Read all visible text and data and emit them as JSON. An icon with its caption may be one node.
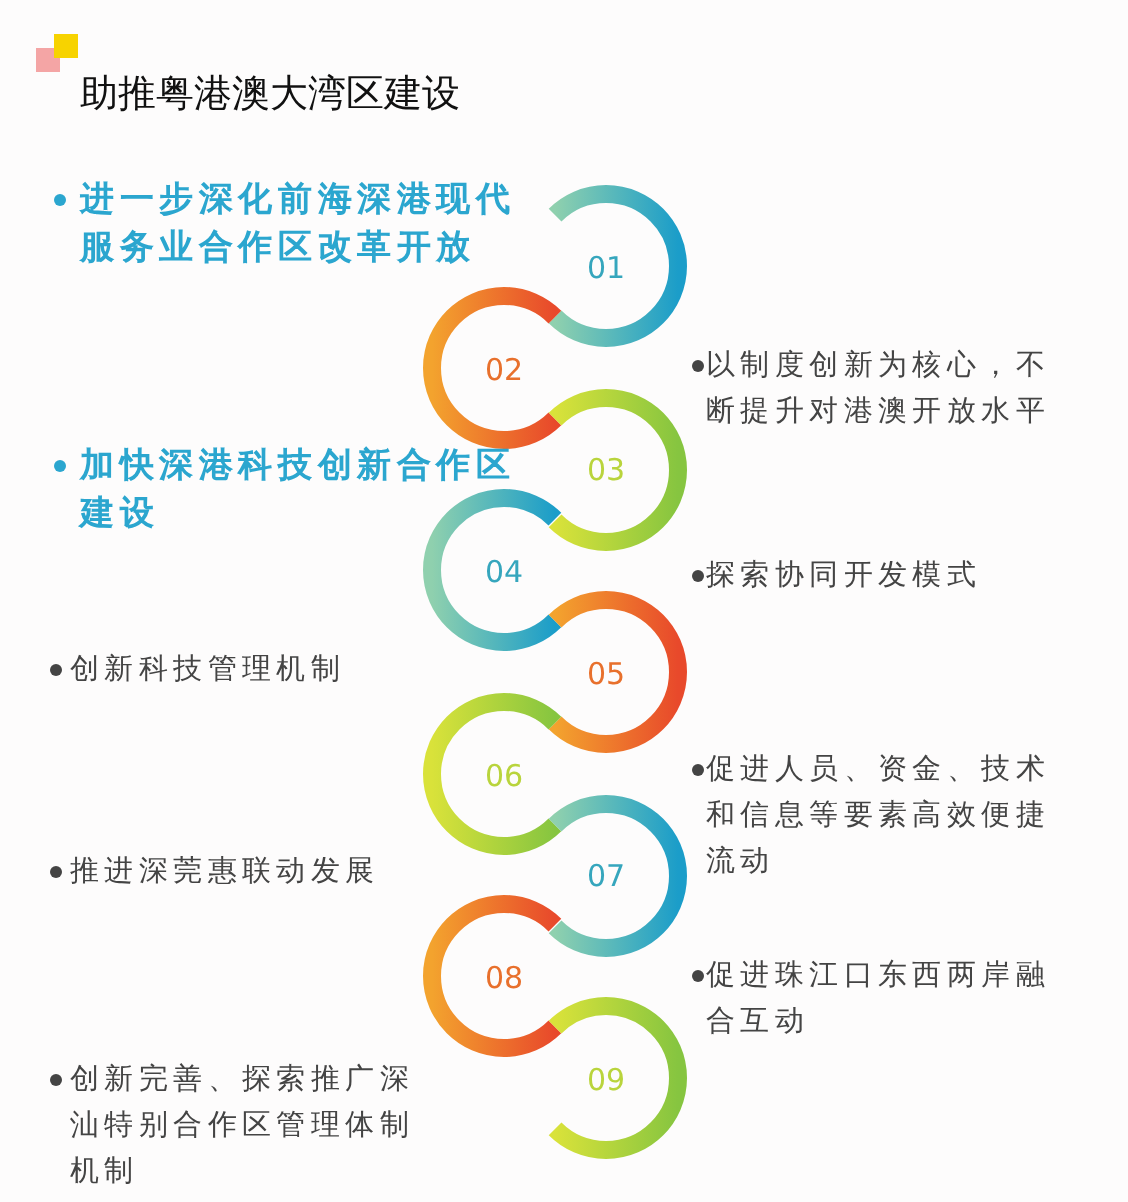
{
  "diagram": {
    "title": "助推粤港澳大湾区建设",
    "nodes": [
      {
        "text": [
          "01"
        ]
      },
      {
        "text": [
          "02"
        ]
      },
      {
        "text": [
          "03"
        ]
      },
      {
        "text": [
          "04"
        ]
      },
      {
        "text": [
          "05"
        ]
      },
      {
        "text": [
          "06"
        ]
      },
      {
        "text": [
          "07"
        ]
      },
      {
        "text": [
          "08"
        ]
      },
      {
        "text": [
          "09"
        ]
      }
    ],
    "labels": [
      "进一步深化前海深港现代服务业合作区改革开放",
      "以制度创新为核心，不断提升对港澳开放水平",
      "加快深港科技创新合作区建设",
      "探索协同开发模式",
      "创新科技管理机制",
      "促进人员、资金、技术和信息等要素高效便捷流动",
      "推进深莞惠联动发展",
      "促进珠江口东西两岸融合互动",
      "创新完善、探索推广深汕特别合作区管理体制机制"
    ]
  }
}
